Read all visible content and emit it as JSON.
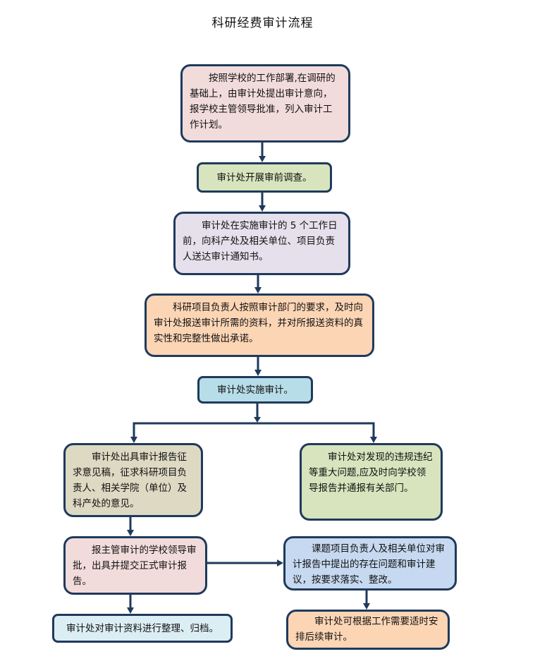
{
  "title": "科研经费审计流程",
  "colors": {
    "border": "#1f3a5c",
    "pink": "#f2dcdb",
    "green": "#d7e4bd",
    "lavender": "#e6e0ec",
    "peach": "#fcd5b5",
    "lightblue": "#b7dde8",
    "khaki": "#ddd9c3",
    "periwinkle": "#c6d9f1",
    "paleblue": "#dbeef4"
  },
  "steps": [
    {
      "id": "plan",
      "text": "按照学校的工作部署,在调研的基础上，由审计处提出审计意向，报学校主管领导批准，列入审计工作计划。"
    },
    {
      "id": "pre-survey",
      "text": "审计处开展审前调查。"
    },
    {
      "id": "notice",
      "text": "审计处在实施审计的 5 个工作日前，向科产处及相关单位、项目负责人送达审计通知书。"
    },
    {
      "id": "materials",
      "text": "科研项目负责人按照审计部门的要求，及时向审计处报送审计所需的资料，并对所报送资料的真实性和完整性做出承诺。"
    },
    {
      "id": "implement",
      "text": "审计处实施审计。"
    },
    {
      "id": "draft-report",
      "text": "审计处出具审计报告征求意见稿，征求科研项目负责人、相关学院（单位）及科产处的意见。"
    },
    {
      "id": "violations",
      "text": "审计处对发现的违规违纪等重大问题,应及时向学校领导报告并通报有关部门。"
    },
    {
      "id": "final-report",
      "text": "报主管审计的学校领导审批，出具并提交正式审计报告。"
    },
    {
      "id": "rectify",
      "text": "课题项目负责人及相关单位对审计报告中提出的存在问题和审计建议，按要求落实、整改。"
    },
    {
      "id": "archive",
      "text": "审计处对审计资料进行整理、归档。"
    },
    {
      "id": "follow-up",
      "text": "审计处可根据工作需要适时安排后续审计。"
    }
  ]
}
